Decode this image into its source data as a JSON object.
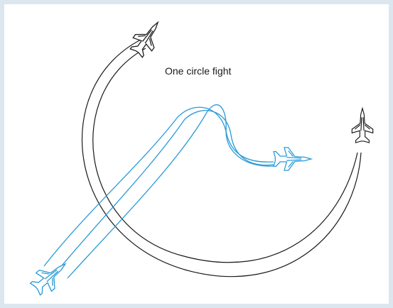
{
  "diagram": {
    "caption": "One circle fight",
    "colors": {
      "panel_border": "#dbe6ef",
      "background": "#ffffff",
      "opponent": "#1a1a1a",
      "friendly": "#2a9bd6"
    },
    "aircraft": [
      {
        "name": "opponent-jet-start-icon",
        "side": "opponent"
      },
      {
        "name": "opponent-jet-end-icon",
        "side": "opponent"
      },
      {
        "name": "friendly-jet-start-icon",
        "side": "friendly"
      },
      {
        "name": "friendly-jet-end-icon",
        "side": "friendly"
      }
    ]
  }
}
